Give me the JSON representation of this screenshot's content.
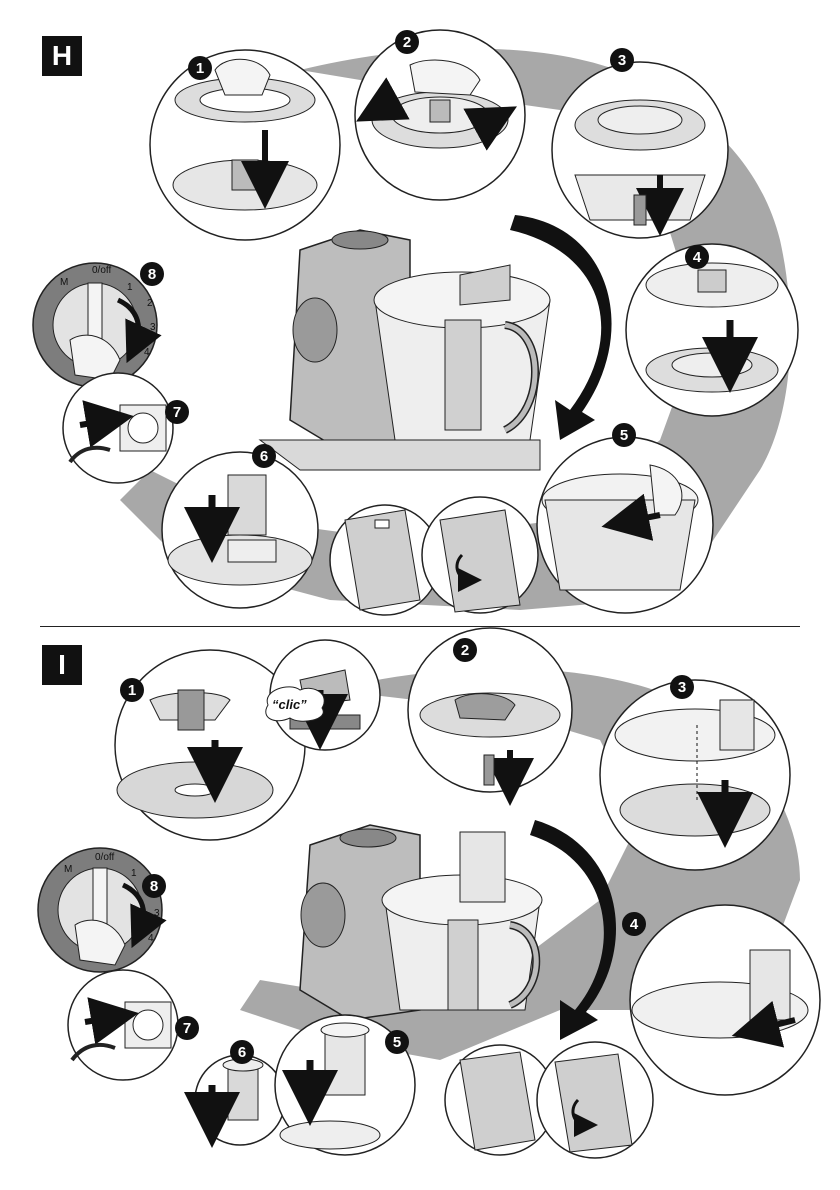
{
  "sections": [
    {
      "label": "H",
      "steps": [
        "1",
        "2",
        "3",
        "4",
        "5",
        "6",
        "7",
        "8"
      ],
      "dial": {
        "off_label": "0/off",
        "m_label": "M",
        "ticks": [
          "1",
          "2",
          "3",
          "4"
        ]
      }
    },
    {
      "label": "I",
      "steps": [
        "1",
        "2",
        "3",
        "4",
        "5",
        "6",
        "7",
        "8"
      ],
      "dial": {
        "off_label": "0/off",
        "m_label": "M",
        "ticks": [
          "1",
          "2",
          "3",
          "4"
        ]
      },
      "callout": "“clic”"
    }
  ],
  "colors": {
    "ink": "#111111",
    "shadow_band": "#9a9a9a",
    "appliance": "#c9c9c9",
    "bowl": "#e8e8e8",
    "dial": "#7a7a7a"
  }
}
